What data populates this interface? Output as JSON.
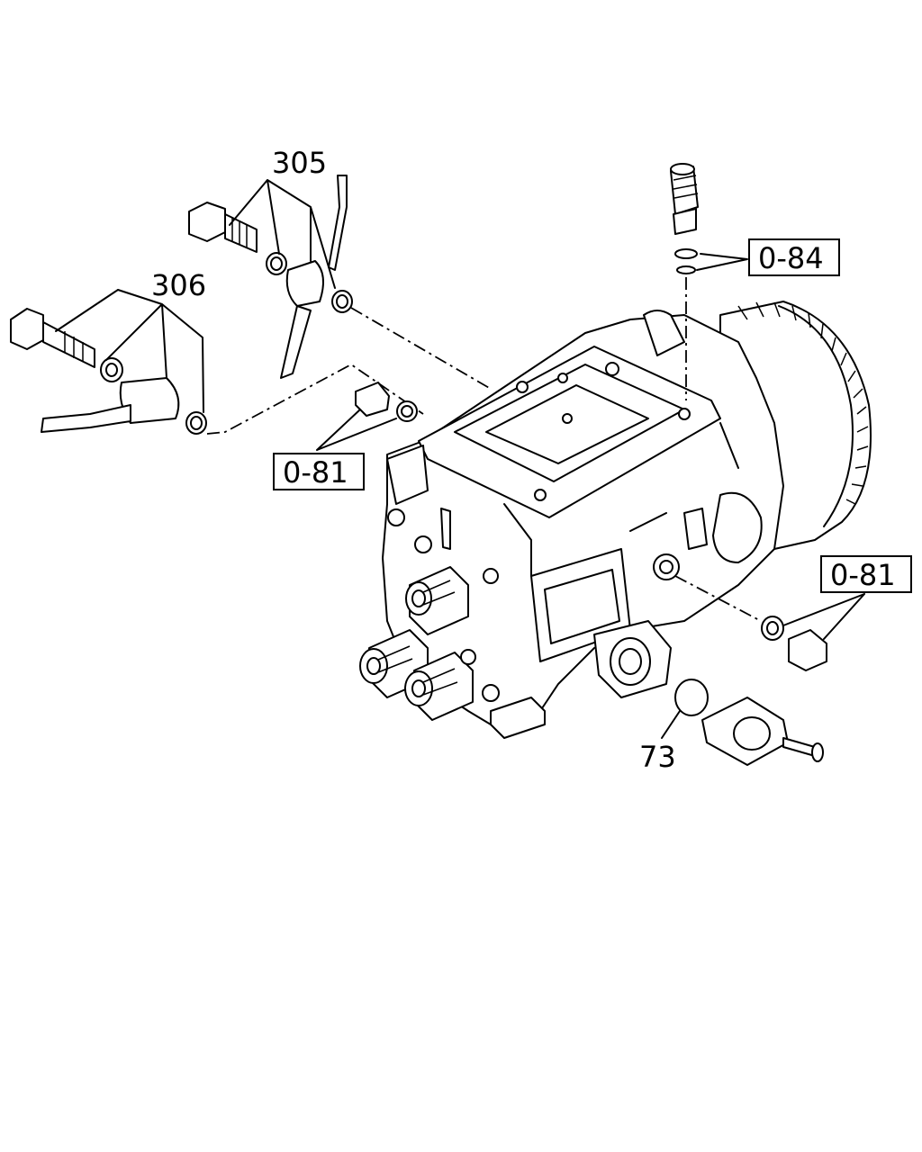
{
  "callouts": {
    "c305": "305",
    "c306": "306",
    "c084": "0-84",
    "c081_left": "0-81",
    "c081_right": "0-81",
    "c73": "73"
  }
}
